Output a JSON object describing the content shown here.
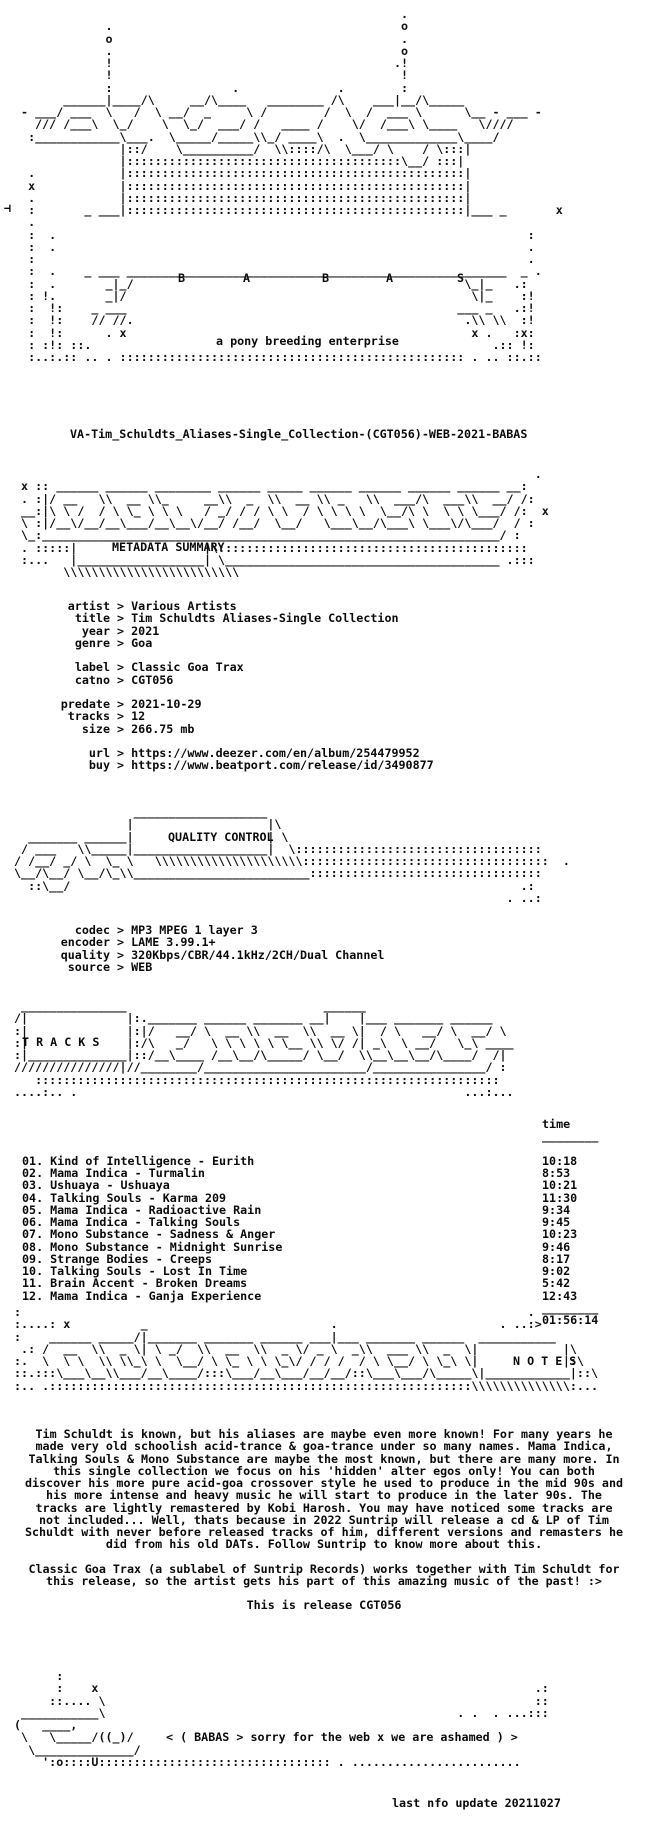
{
  "header": {
    "babas_letters": [
      "B",
      "A",
      "B",
      "A",
      "S"
    ],
    "tagline": "a pony breeding enterprise",
    "release_name": "VA-Tim_Schuldts_Aliases-Single_Collection-(CGT056)-WEB-2021-BABAS"
  },
  "metadata": {
    "section_label": "METADATA SUMMARY",
    "fields": [
      {
        "key": "artist",
        "value": "Various Artists"
      },
      {
        "key": "title",
        "value": "Tim Schuldts Aliases-Single Collection"
      },
      {
        "key": "year",
        "value": "2021"
      },
      {
        "key": "genre",
        "value": "Goa"
      },
      {
        "key": "label",
        "value": "Classic Goa Trax"
      },
      {
        "key": "catno",
        "value": "CGT056"
      },
      {
        "key": "predate",
        "value": "2021-10-29"
      },
      {
        "key": "tracks",
        "value": "12"
      },
      {
        "key": "size",
        "value": "266.75 mb"
      },
      {
        "key": "url",
        "value": "https://www.deezer.com/en/album/254479952"
      },
      {
        "key": "buy",
        "value": "https://www.beatport.com/release/id/3490877"
      }
    ]
  },
  "quality": {
    "section_label": "QUALITY CONTROL",
    "fields": [
      {
        "key": "codec",
        "value": "MP3 MPEG 1 layer 3"
      },
      {
        "key": "encoder",
        "value": "LAME 3.99.1+"
      },
      {
        "key": "quality",
        "value": "320Kbps/CBR/44.1kHz/2CH/Dual Channel"
      },
      {
        "key": "source",
        "value": "WEB"
      }
    ]
  },
  "tracks": {
    "section_label": "T R A C K S",
    "time_header": "time",
    "items": [
      {
        "name": "01. Kind of Intelligence - Eurith",
        "time": "10:18"
      },
      {
        "name": "02. Mama Indica - Turmalin",
        "time": "8:53"
      },
      {
        "name": "03. Ushuaya - Ushuaya",
        "time": "10:21"
      },
      {
        "name": "04. Talking Souls - Karma 209",
        "time": "11:30"
      },
      {
        "name": "05. Mama Indica - Radioactive Rain",
        "time": "9:34"
      },
      {
        "name": "06. Mama Indica - Talking Souls",
        "time": "9:45"
      },
      {
        "name": "07. Mono Substance - Sadness & Anger",
        "time": "10:23"
      },
      {
        "name": "08. Mono Substance - Midnight Sunrise",
        "time": "9:46"
      },
      {
        "name": "09. Strange Bodies - Creeps",
        "time": "8:17"
      },
      {
        "name": "10. Talking Souls - Lost In Time",
        "time": "9:02"
      },
      {
        "name": "11. Brain Accent - Broken Dreams",
        "time": "5:42"
      },
      {
        "name": "12. Mama Indica - Ganja Experience",
        "time": "12:43"
      }
    ],
    "total": "01:56:14"
  },
  "notes": {
    "section_label": "N O T E S",
    "paragraph1": "Tim Schuldt is known, but his aliases are maybe even more known! For many years he made very old schoolish acid-trance & goa-trance under so many names. Mama Indica, Talking Souls & Mono Substance are maybe the most known, but there are many more. In this single collection we focus on his 'hidden' alter egos only! You can both discover his more pure acid-goa crossover style he used to produce in the mid 90s and his more intense and heavy music he will start to produce in the later 90s. The tracks are lightly remastered by Kobi Harosh. You may have noticed some tracks are not included... Well, thats because in 2022 Suntrip will release a cd & LP of Tim Schuldt with never before released tracks of him, different versions and remasters he did from his old DATs. Follow Suntrip to know more about this.",
    "paragraph2": "Classic Goa Trax (a sublabel of Suntrip Records) works together with Tim Schuldt for this release, so the artist gets his part of this amazing music of the past! :>",
    "release_line": "This is release CGT056"
  },
  "footer": {
    "sign_off": "< ( BABAS > sorry for the web x we are ashamed ) >",
    "update": "last nfo update 20211027"
  }
}
